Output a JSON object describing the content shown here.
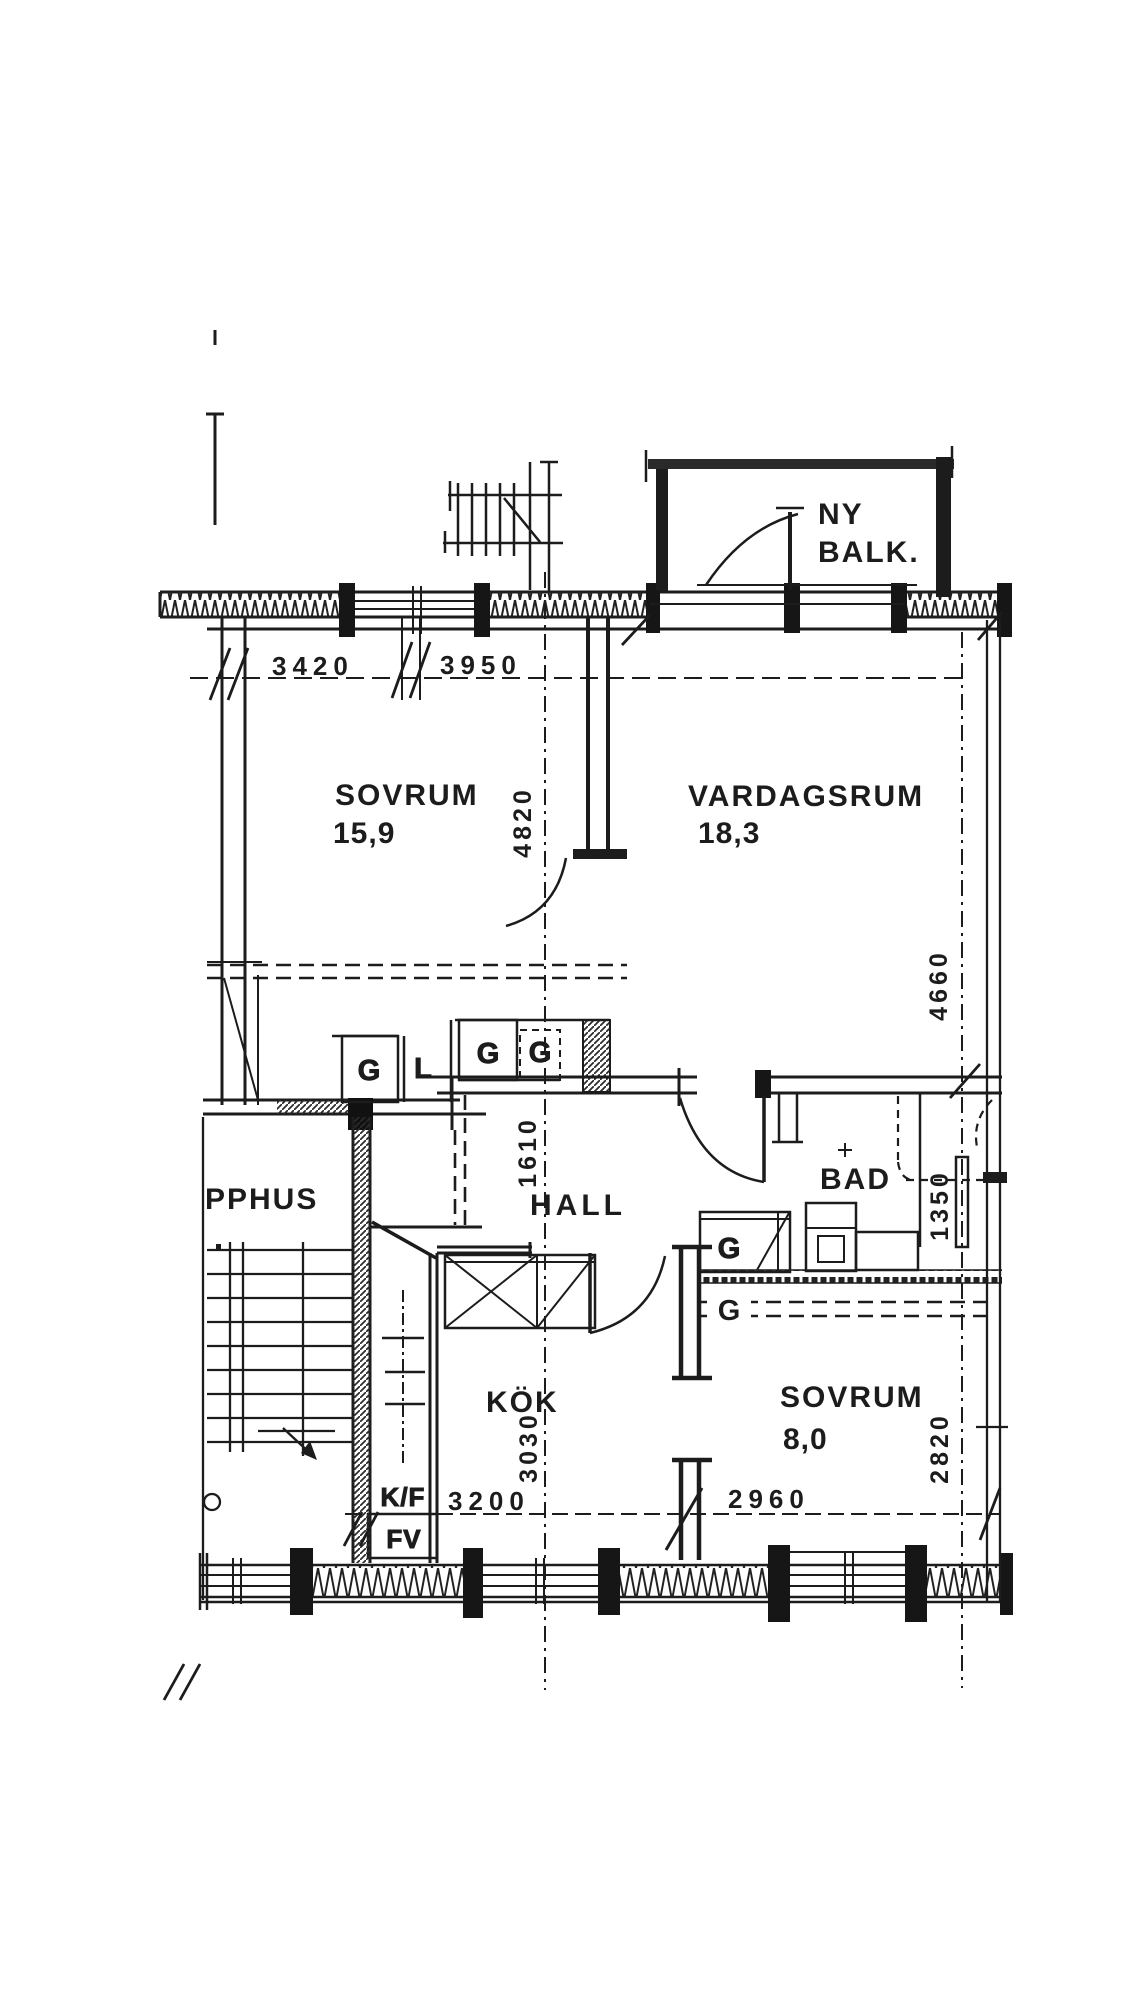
{
  "drawing": {
    "rooms": {
      "sovrum1": {
        "name": "SOVRUM",
        "area": "15,9"
      },
      "vardagsrum": {
        "name": "VARDAGSRUM",
        "area": "18,3"
      },
      "sovrum2": {
        "name": "SOVRUM",
        "area": "8,0"
      },
      "kok": {
        "name": "KÖK"
      },
      "hall": {
        "name": "HALL"
      },
      "bad": {
        "name": "BAD"
      },
      "trapphus": {
        "name": "PPHUS"
      },
      "balcony": {
        "line1": "NY",
        "line2": "BALK."
      }
    },
    "fixtures": {
      "kf": "K/F",
      "fv": "FV"
    },
    "closets": {
      "g1": "G",
      "l": "L",
      "g2": "G",
      "g3": "G",
      "sovrum2_g": "G",
      "removed_g": "G"
    },
    "dimensions": {
      "top_left": "3420",
      "top_right": "3950",
      "mid_vertical_upper": "4820",
      "mid_vertical_hall": "1610",
      "mid_vertical_kok": "3030",
      "right_vardagsrum": "4660",
      "right_bad": "1350",
      "right_sovrum2": "2820",
      "bottom_left": "3200",
      "bottom_right": "2960"
    },
    "colors": {
      "ink": "#1c1c1c",
      "paper": "#ffffff"
    }
  }
}
